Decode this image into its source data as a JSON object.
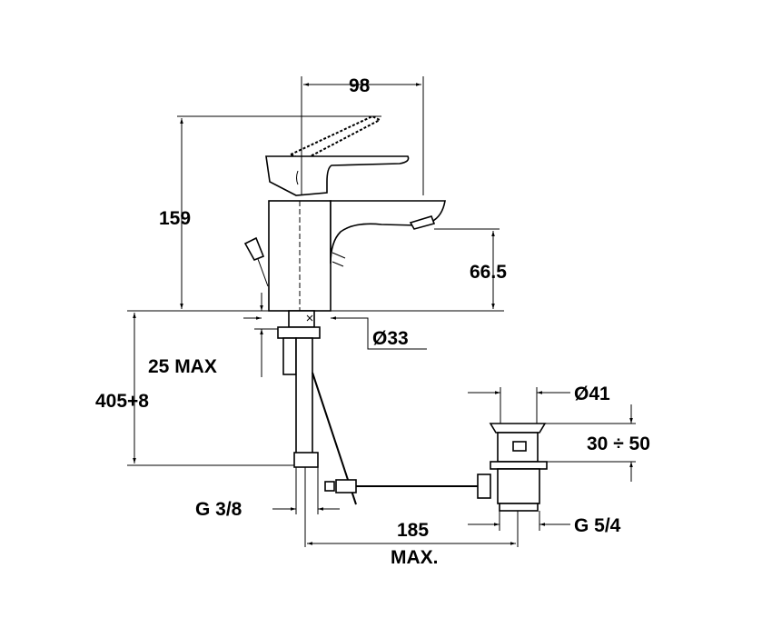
{
  "title": "Basin mixer dimension drawing",
  "dimensions": {
    "width_spout": "98",
    "height_total": "159",
    "spout_height": "66.5",
    "base_diameter": "Ø33",
    "deck_thickness": "25 MAX",
    "hose_length": "405+8",
    "hose_thread": "G 3/8",
    "drain_diameter": "Ø41",
    "drain_range": "30 ÷ 50",
    "drain_thread": "G 5/4",
    "rod_distance": "185",
    "rod_distance_suffix": "MAX."
  }
}
